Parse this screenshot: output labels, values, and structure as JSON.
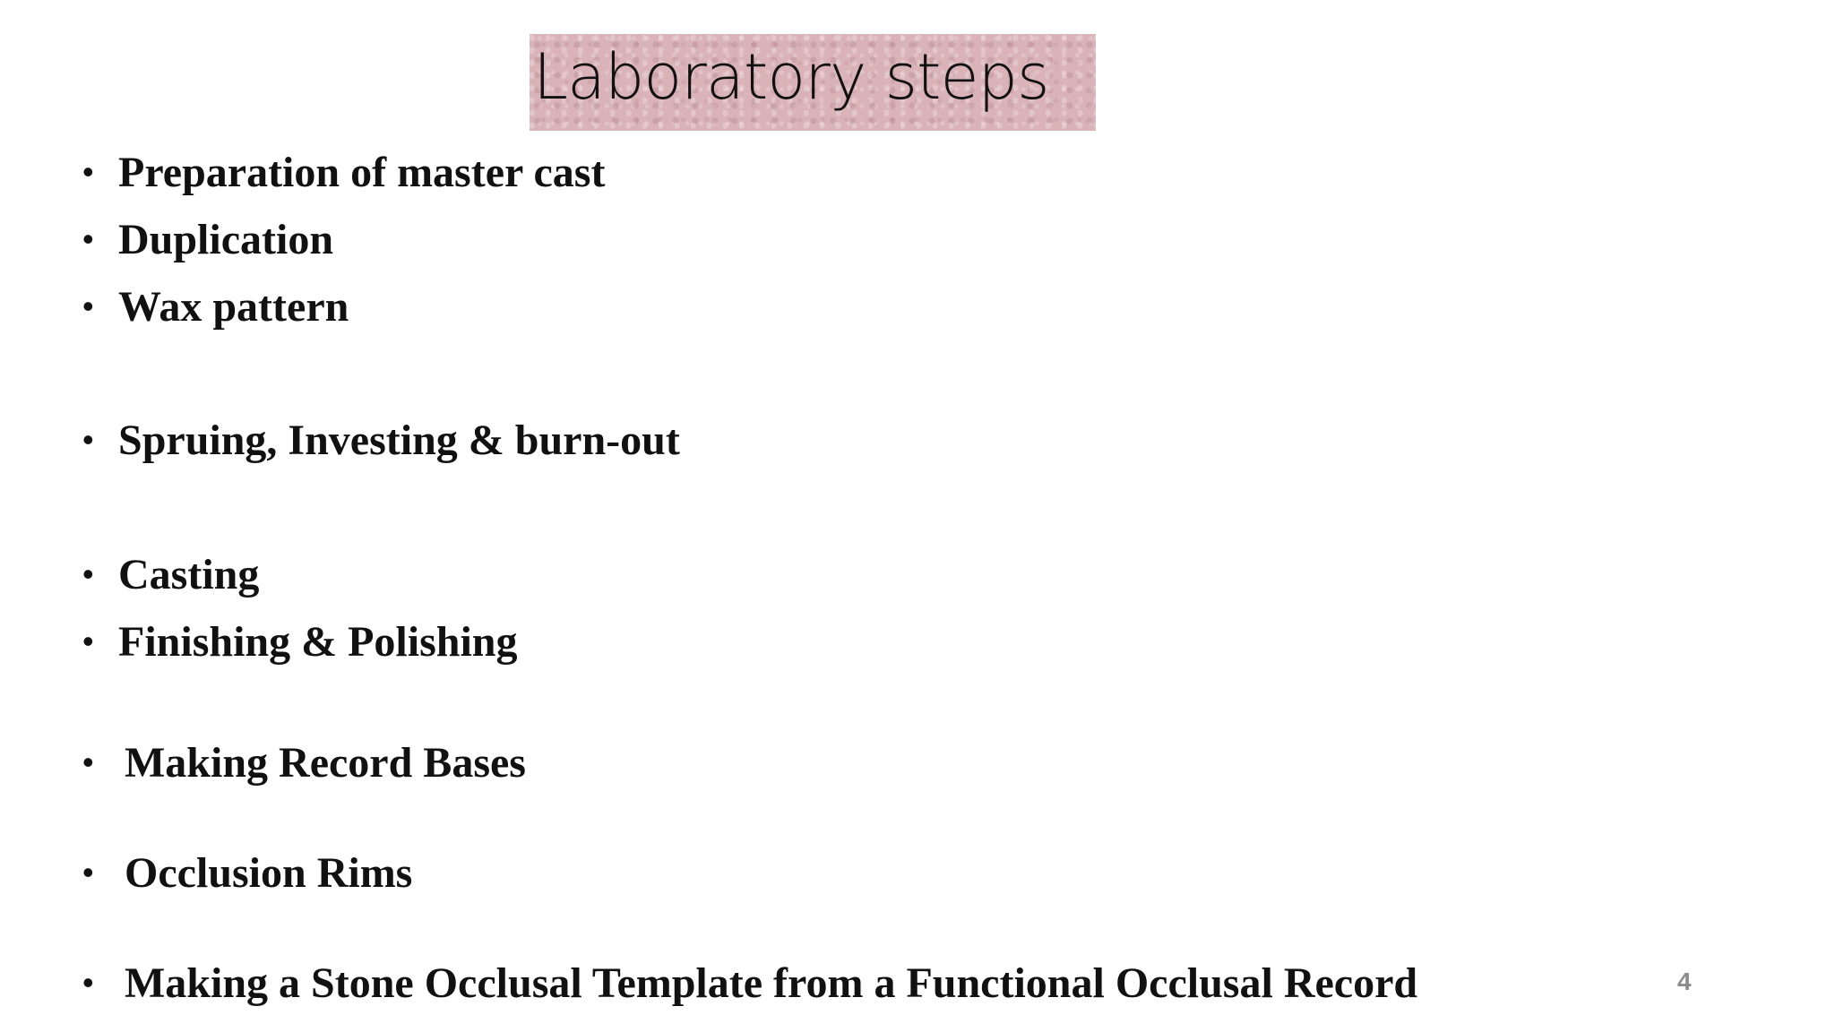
{
  "slide": {
    "title": "Laboratory steps",
    "bullets": [
      {
        "text": "Preparation of master cast"
      },
      {
        "text": "Duplication"
      },
      {
        "text": "Wax pattern"
      },
      {
        "text": "Spruing, Investing & burn-out"
      },
      {
        "text": "Casting"
      },
      {
        "text": "Finishing & Polishing"
      },
      {
        "text": "Making Record Bases"
      },
      {
        "text": "Occlusion Rims"
      },
      {
        "text": "Making a Stone Occlusal Template from a Functional Occlusal Record"
      }
    ],
    "bullet_glyph": "•",
    "page_number": "4"
  },
  "colors": {
    "title_background": "#d9b3b8",
    "text": "#111111",
    "page_number": "#8c8c8c"
  }
}
